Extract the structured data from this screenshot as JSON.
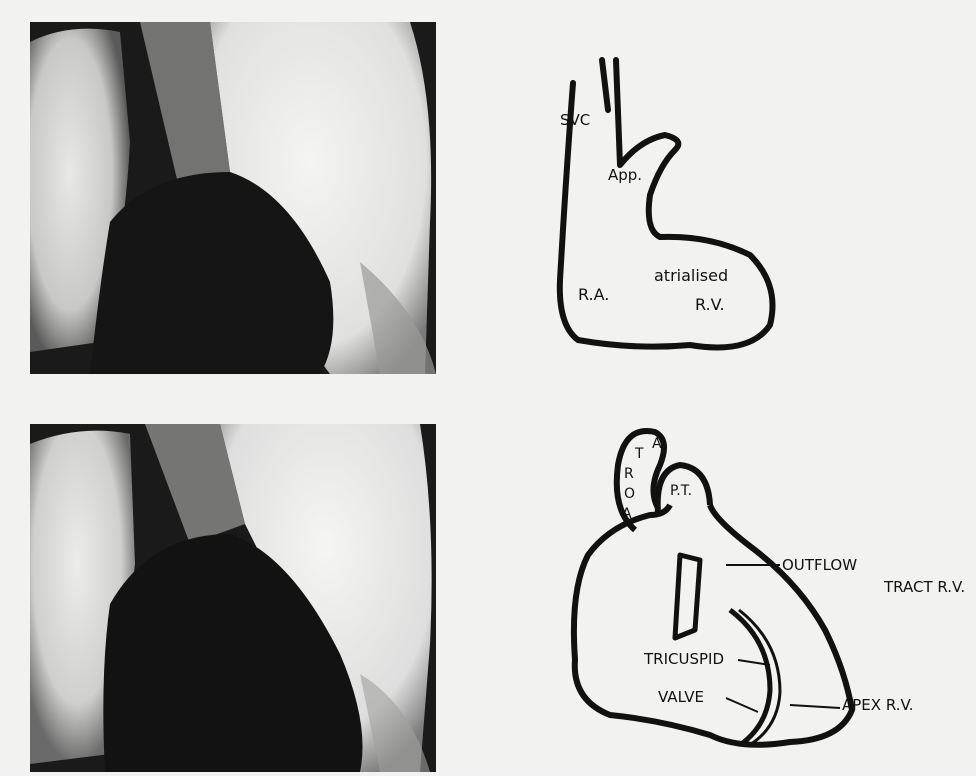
{
  "top_diagram": {
    "svc": "SVC",
    "app": "App.",
    "ra": "R.A.",
    "atrialised": "atrialised",
    "rv": "R.V."
  },
  "bottom_diagram": {
    "aorta_letters": [
      "A",
      "O",
      "R",
      "T",
      "A"
    ],
    "pt": "P.T.",
    "outflow": "OUTFLOW",
    "tract_rv": "TRACT R.V.",
    "tricuspid": "TRICUSPID",
    "valve": "VALVE",
    "apex_rv": "APEX R.V."
  }
}
